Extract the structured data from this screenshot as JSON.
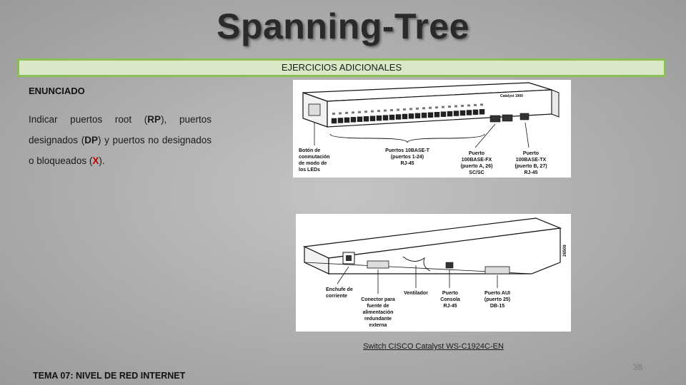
{
  "slide": {
    "title": "Spanning-Tree",
    "banner": "EJERCICIOS ADICIONALES",
    "heading": "ENUNCIADO",
    "statement": {
      "t1": "Indicar puertos root (",
      "rp": "RP",
      "t2": "), puertos designados (",
      "dp": "DP",
      "t3": ") y puertos no designados o bloqueados (",
      "x": "X",
      "t4": ")."
    },
    "caption": "Switch CISCO Catalyst WS-C1924C-EN",
    "page_number": "38",
    "footer": "TEMA 07: NIVEL DE RED INTERNET"
  },
  "front_figure": {
    "brand": "Catalyst 1900",
    "labels": {
      "boton": [
        "Botón de",
        "conmutación",
        "de modo de",
        "los LEDs"
      ],
      "puertos_10base": [
        "Puertos 10BASE-T",
        "(puertos 1-24)",
        "RJ-45"
      ],
      "puerto_fx": [
        "Puerto",
        "100BASE-FX",
        "(puerto A, 26)",
        "SC/SC"
      ],
      "puerto_tx": [
        "Puerto",
        "100BASE-TX",
        "(puerto B, 27)",
        "RJ-45"
      ]
    }
  },
  "rear_figure": {
    "serial": "26509",
    "labels": {
      "enchufe": [
        "Enchufe de",
        "corriente"
      ],
      "conector": [
        "Conector para",
        "fuente de",
        "alimentación",
        "redundante",
        "externa"
      ],
      "ventilador": [
        "Ventilador"
      ],
      "consola": [
        "Puerto",
        "Consola",
        "RJ-45"
      ],
      "aui": [
        "Puerto AUI",
        "(puerto 25)",
        "DB-15"
      ]
    }
  }
}
